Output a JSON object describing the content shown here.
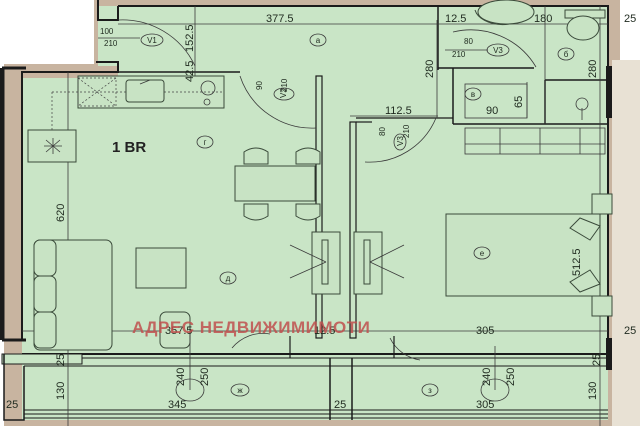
{
  "plan": {
    "title": "1 BR",
    "watermark": "АДРЕС НЕДВИЖИМИМОТИ",
    "colors": {
      "floor": "#c9e5c6",
      "outer_wall": "#c8b4a0",
      "wall": "#1b1b1b",
      "watermark": "#c0504d",
      "background": "#ffffff"
    },
    "room_markers": [
      {
        "id": "a",
        "glyph": "а"
      },
      {
        "id": "b",
        "glyph": "б"
      },
      {
        "id": "v",
        "glyph": "в"
      },
      {
        "id": "g",
        "glyph": "г"
      },
      {
        "id": "d",
        "glyph": "д"
      },
      {
        "id": "e",
        "glyph": "е"
      },
      {
        "id": "zh",
        "glyph": "ж"
      },
      {
        "id": "z",
        "glyph": "з"
      }
    ],
    "doors": [
      {
        "id": "V1",
        "width": "100",
        "height": "210"
      },
      {
        "id": "V2",
        "width": "90",
        "height": "210"
      },
      {
        "id": "V3",
        "width": "80",
        "height": "210"
      },
      {
        "id": "V3b",
        "label": "V3",
        "width": "80",
        "height": "210"
      }
    ],
    "dimensions": {
      "top_hall": "377.5",
      "bath_top_left": "12.5",
      "bath_top_right": "180",
      "right_edge_top": "25",
      "entry_height": "152.5",
      "kitchen_offset": "42.5",
      "bath_height_left": "280",
      "bath_height_right": "280",
      "corridor_width": "112.5",
      "closet_width": "90",
      "closet_depth": "65",
      "living_height": "620",
      "bed_height": "512.5",
      "living_width": "357.5",
      "mid_wall": "12.5",
      "bedroom_width": "305",
      "left_wall_low": "25",
      "right_wall_low": "25",
      "balcony_left_width": "345",
      "balcony_right_width": "305",
      "balcony_depth_left": "130",
      "balcony_depth_right": "130",
      "balcony_gap": "25",
      "left_edge_low": "25",
      "right_edge_low": "25",
      "window_left_h1": "240",
      "window_left_h2": "250",
      "window_right_h1": "240",
      "window_right_h2": "250"
    }
  }
}
